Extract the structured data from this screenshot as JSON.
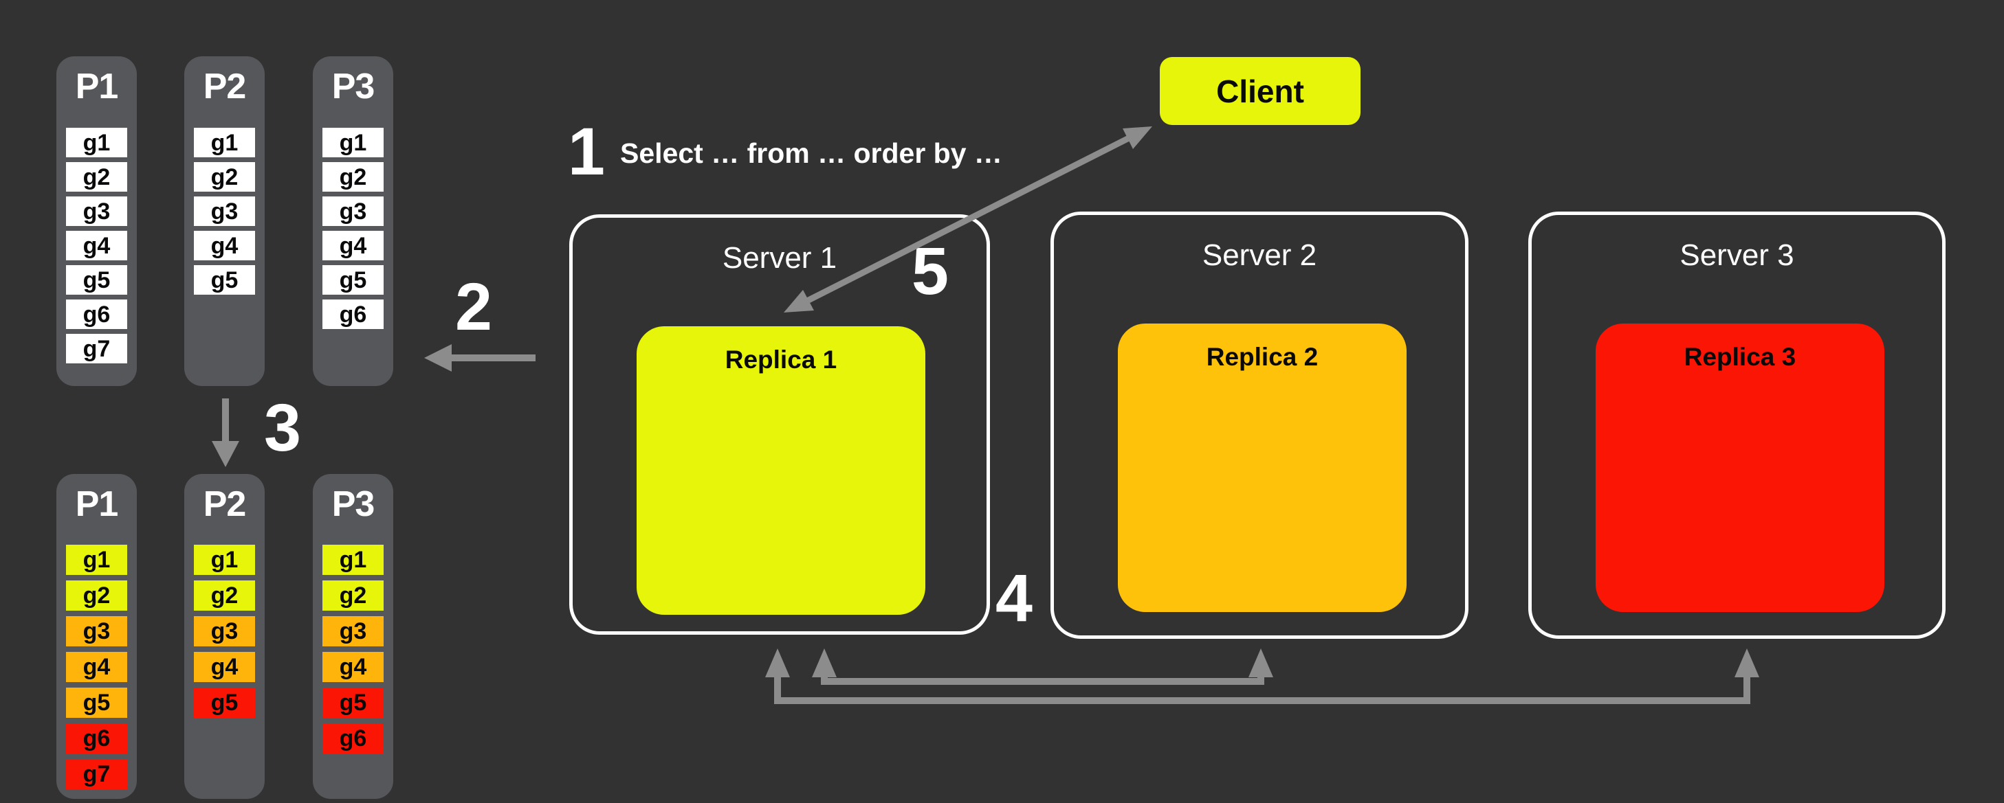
{
  "canvas": {
    "bg": "#323233"
  },
  "colors": {
    "background": "#323233",
    "column_bg": "#56575A",
    "cell_white": "#FFFFFF",
    "yellow": "#E6F50A",
    "orange": "#FEB40A",
    "replica2_orange": "#FEC20B",
    "red": "#FA1505",
    "arrow_gray": "#8C8C8C",
    "server_border": "#FFFFFF",
    "text_light": "#FFFFFF",
    "text_dark": "#0A0A0A"
  },
  "client": {
    "label": "Client",
    "bg": "#E6F50A"
  },
  "query_text": "Select … from … order by …",
  "steps": {
    "s1": "1",
    "s2": "2",
    "s3": "3",
    "s4": "4",
    "s5": "5"
  },
  "servers": [
    {
      "name": "Server 1",
      "replica": {
        "name": "Replica 1",
        "bg": "#E6F50A"
      }
    },
    {
      "name": "Server 2",
      "replica": {
        "name": "Replica 2",
        "bg": "#FEC20B"
      }
    },
    {
      "name": "Server 3",
      "replica": {
        "name": "Replica 3",
        "bg": "#FA1505"
      }
    }
  ],
  "partitions_top": [
    {
      "title": "P1",
      "cells": [
        {
          "label": "g1",
          "bg": "#FFFFFF"
        },
        {
          "label": "g2",
          "bg": "#FFFFFF"
        },
        {
          "label": "g3",
          "bg": "#FFFFFF"
        },
        {
          "label": "g4",
          "bg": "#FFFFFF"
        },
        {
          "label": "g5",
          "bg": "#FFFFFF"
        },
        {
          "label": "g6",
          "bg": "#FFFFFF"
        },
        {
          "label": "g7",
          "bg": "#FFFFFF"
        }
      ]
    },
    {
      "title": "P2",
      "cells": [
        {
          "label": "g1",
          "bg": "#FFFFFF"
        },
        {
          "label": "g2",
          "bg": "#FFFFFF"
        },
        {
          "label": "g3",
          "bg": "#FFFFFF"
        },
        {
          "label": "g4",
          "bg": "#FFFFFF"
        },
        {
          "label": "g5",
          "bg": "#FFFFFF"
        }
      ]
    },
    {
      "title": "P3",
      "cells": [
        {
          "label": "g1",
          "bg": "#FFFFFF"
        },
        {
          "label": "g2",
          "bg": "#FFFFFF"
        },
        {
          "label": "g3",
          "bg": "#FFFFFF"
        },
        {
          "label": "g4",
          "bg": "#FFFFFF"
        },
        {
          "label": "g5",
          "bg": "#FFFFFF"
        },
        {
          "label": "g6",
          "bg": "#FFFFFF"
        }
      ]
    }
  ],
  "partitions_bottom": [
    {
      "title": "P1",
      "cells": [
        {
          "label": "g1",
          "bg": "#E6F50A"
        },
        {
          "label": "g2",
          "bg": "#E6F50A"
        },
        {
          "label": "g3",
          "bg": "#FEB40A"
        },
        {
          "label": "g4",
          "bg": "#FEB40A"
        },
        {
          "label": "g5",
          "bg": "#FEB40A"
        },
        {
          "label": "g6",
          "bg": "#FA1505"
        },
        {
          "label": "g7",
          "bg": "#FA1505"
        }
      ]
    },
    {
      "title": "P2",
      "cells": [
        {
          "label": "g1",
          "bg": "#E6F50A"
        },
        {
          "label": "g2",
          "bg": "#E6F50A"
        },
        {
          "label": "g3",
          "bg": "#FEB40A"
        },
        {
          "label": "g4",
          "bg": "#FEB40A"
        },
        {
          "label": "g5",
          "bg": "#FA1505"
        }
      ]
    },
    {
      "title": "P3",
      "cells": [
        {
          "label": "g1",
          "bg": "#E6F50A"
        },
        {
          "label": "g2",
          "bg": "#E6F50A"
        },
        {
          "label": "g3",
          "bg": "#FEB40A"
        },
        {
          "label": "g4",
          "bg": "#FEB40A"
        },
        {
          "label": "g5",
          "bg": "#FA1505"
        },
        {
          "label": "g6",
          "bg": "#FA1505"
        }
      ]
    }
  ]
}
